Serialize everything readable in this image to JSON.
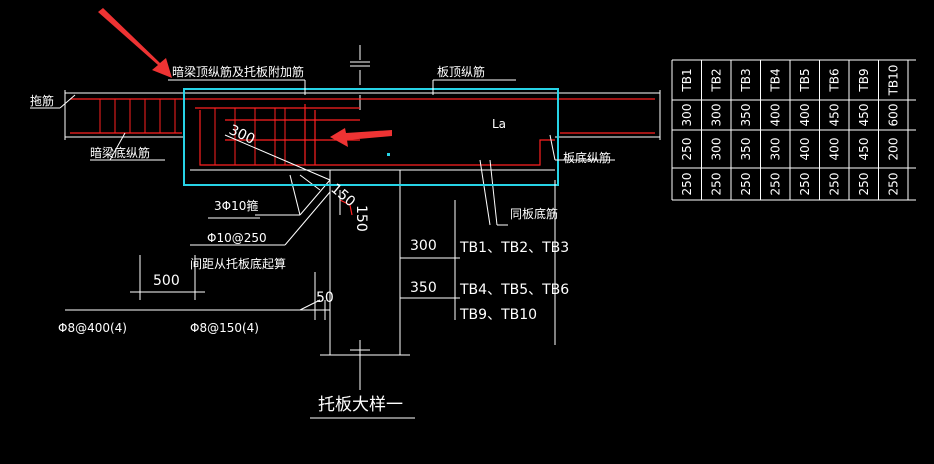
{
  "labels": {
    "top_left": "暗梁顶纵筋及托板附加筋",
    "top_right": "板顶纵筋",
    "left_end": "拖筋",
    "beam_bottom": "暗梁底纵筋",
    "slab_bottom": "板底纵筋",
    "same_bottom": "同板底筋",
    "stirrup_count": "3Φ10箍",
    "tie_bar": "Φ10@250",
    "spacing_note": "间距从托板底起算",
    "stirrup_a": "Φ8@400(4)",
    "stirrup_b": "Φ8@150(4)",
    "la": "La",
    "title": "托板大样一"
  },
  "dims": {
    "d300_diag": "300",
    "d150": "150",
    "d150b": "150",
    "d300": "300",
    "d350": "350",
    "d500": "500",
    "d50": "50"
  },
  "groups": {
    "g300": "TB1、TB2、TB3",
    "g350": "TB4、TB5、TB6",
    "g350b": "TB9、TB10"
  },
  "table": {
    "headers": [
      "TB1",
      "TB2",
      "TB3",
      "TB4",
      "TB5",
      "TB6",
      "TB9",
      "TB10"
    ],
    "row1": [
      "300",
      "300",
      "350",
      "400",
      "400",
      "450",
      "450",
      "600"
    ],
    "row2": [
      "250",
      "300",
      "350",
      "300",
      "400",
      "400",
      "450",
      "200"
    ],
    "row3": [
      "250",
      "250",
      "250",
      "250",
      "250",
      "250",
      "250",
      "250"
    ]
  },
  "colors": {
    "highlight_box": "#27d3e6",
    "arrow": "#ee3333",
    "rebar": "#ff2020",
    "line": "#ffffff"
  }
}
